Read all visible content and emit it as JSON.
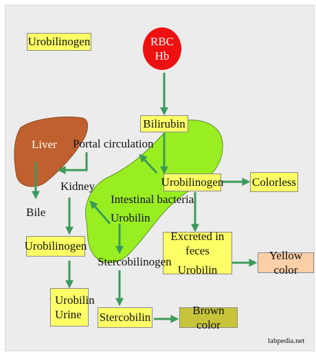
{
  "title": "Urobilinogen",
  "rbc": {
    "line1": "RBC",
    "line2": "Hb"
  },
  "nodes": {
    "bilirubin": "Bilirubin",
    "liver": "Liver",
    "portal": "Portal circulation",
    "kidney": "Kidney",
    "bile": "Bile",
    "urobilinogen_main": "Urobilinogen",
    "colorless": "Colorless",
    "intestinal_bacteria": "Intestinal bacteria",
    "urobilin_mid": "Urobilin",
    "stercobilinogen": "Stercobilinogen",
    "urobilinogen_left": "Urobilinogen",
    "excreted_line1": "Excreted in feces",
    "excreted_line2": "Urobilin",
    "yellow": "Yellow color",
    "urobilin_urine_line1": "Urobilin",
    "urobilin_urine_line2": "Urine",
    "stercobilin": "Stercobilin",
    "brown": "Brown color"
  },
  "credit": "labpedia.net",
  "colors": {
    "background": "#ececec",
    "box_yellow": "#ffff66",
    "arrow_green": "#3a9a5a",
    "intestine_green": "#99ee22",
    "liver_brown": "#c0602f",
    "rbc_red": "#ee1111",
    "yellow_color_box": "#fbcfa8",
    "brown_color_box": "#c8c43a"
  }
}
